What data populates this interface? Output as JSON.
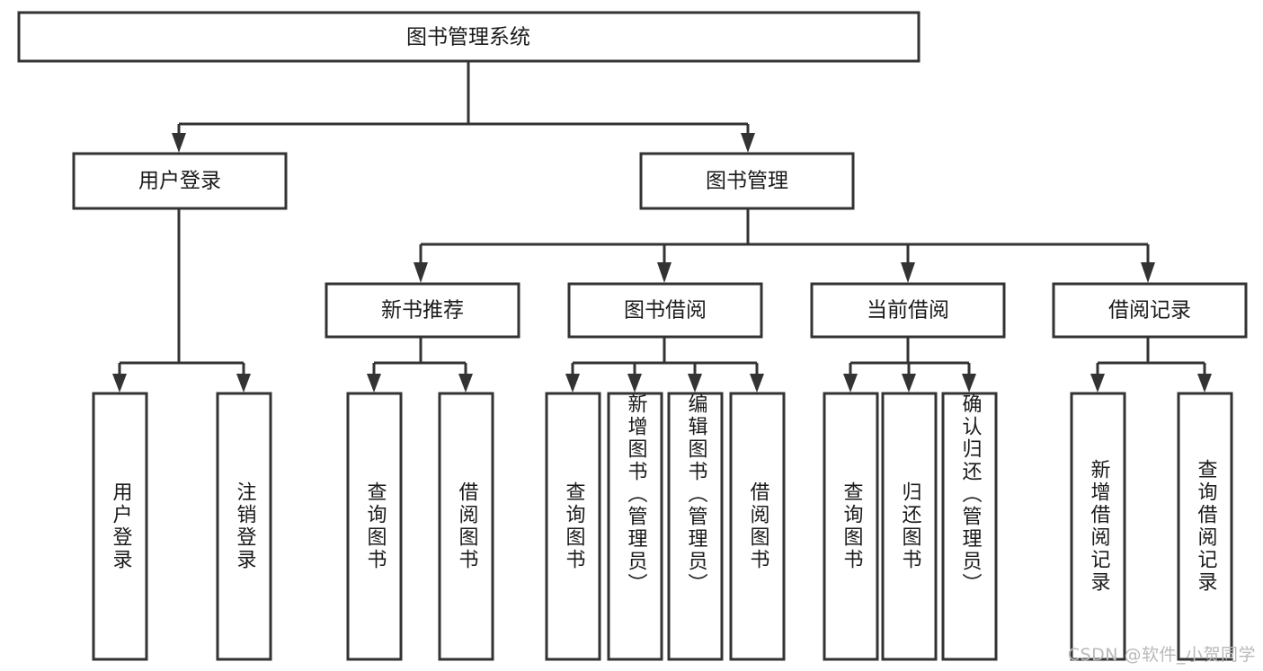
{
  "diagram": {
    "title_node": {
      "label": "图书管理系统"
    },
    "level2": [
      {
        "label": "用户登录"
      },
      {
        "label": "图书管理"
      }
    ],
    "level3": [
      {
        "label": "新书推荐"
      },
      {
        "label": "图书借阅"
      },
      {
        "label": "当前借阅"
      },
      {
        "label": "借阅记录"
      }
    ],
    "leaves": {
      "user_login": [
        {
          "label": "用户登录"
        },
        {
          "label": "注销登录"
        }
      ],
      "new_book": [
        {
          "label": "查询图书"
        },
        {
          "label": "借阅图书"
        }
      ],
      "book_borrow": [
        {
          "label": "查询图书"
        },
        {
          "label": "新增图书（管理员）"
        },
        {
          "label": "编辑图书（管理员）"
        },
        {
          "label": "借阅图书"
        }
      ],
      "current_borrow": [
        {
          "label": "查询图书"
        },
        {
          "label": "归还图书"
        },
        {
          "label": "确认归还（管理员）"
        }
      ],
      "borrow_record": [
        {
          "label": "新增借阅记录"
        },
        {
          "label": "查询借阅记录"
        }
      ]
    }
  },
  "watermark": {
    "text": "CSDN @软件_小贺同学"
  },
  "colors": {
    "stroke": "#333333",
    "fill": "#ffffff",
    "text": "#1a1a1a",
    "watermark": "#b9b9b9"
  }
}
